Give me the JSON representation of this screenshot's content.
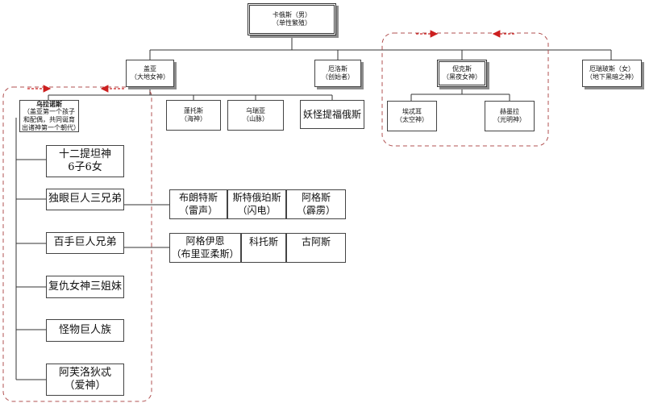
{
  "nodes": {
    "chaos": {
      "name": "卡俄斯（男）",
      "role": "（单性繁殖）"
    },
    "gaia": {
      "name": "盖亚",
      "role": "（大地女神）"
    },
    "eros": {
      "name": "厄洛斯",
      "role": "（创始者）"
    },
    "nyx": {
      "name": "倪克斯",
      "role": "（黑夜女神）"
    },
    "erebus": {
      "name": "厄瑞玻斯（女）",
      "role": "（地下黑暗之神）"
    },
    "uranus": {
      "name": "乌拉诺斯",
      "note": "（盖亚第一个孩子和配偶，共同诞育出诸神第一个朝代）"
    },
    "pontus": {
      "name": "蓬托斯",
      "role": "（海神）"
    },
    "ourea": {
      "name": "乌瑞亚",
      "role": "（山脉）"
    },
    "typhon": {
      "name": "妖怪提福俄斯"
    },
    "aether": {
      "name": "埃忒耳",
      "role": "（太空神）"
    },
    "hemera": {
      "name": "赫墨拉",
      "role": "（光明神）"
    }
  },
  "children": [
    {
      "name": "十二提坦神",
      "sub": "6子6女"
    },
    {
      "name": "独眼巨人三兄弟",
      "sub": ""
    },
    {
      "name": "百手巨人兄弟",
      "sub": ""
    },
    {
      "name": "复仇女神三姐妹",
      "sub": ""
    },
    {
      "name": "怪物巨人族",
      "sub": ""
    },
    {
      "name": "阿芙洛狄忒",
      "sub": "（爱神）"
    }
  ],
  "cyclopes": [
    {
      "name": "布朗特斯",
      "role": "（雷声）"
    },
    {
      "name": "斯特俄珀斯",
      "role": "（闪电）"
    },
    {
      "name": "阿格斯",
      "role": "（霹雳）"
    }
  ],
  "hecatoncheires": [
    {
      "name": "阿格伊恩",
      "role": "（布里亚柔斯）"
    },
    {
      "name": "科托斯",
      "role": ""
    },
    {
      "name": "古阿斯",
      "role": ""
    }
  ],
  "colors": {
    "line": "#333333",
    "dashed_group": "#b05050",
    "arrow": "#cc1f1f",
    "shadow": "#8c8c8c"
  }
}
